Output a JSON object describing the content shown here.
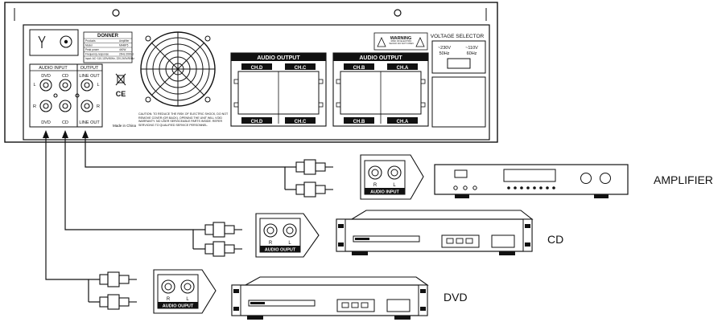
{
  "rear_panel": {
    "brand": "DONNER",
    "spec_rows": [
      {
        "label": "Products",
        "value": "Amplifier"
      },
      {
        "label": "Model",
        "value": "MAMP5"
      },
      {
        "label": "Peak power",
        "value": "440W"
      },
      {
        "label": "Frequency response",
        "value": "20Hz-20KHz"
      },
      {
        "label": "Input: AC~110-120V/60Hz, 220-240V/50Hz",
        "value": ""
      }
    ],
    "audio_input_label": "AUDIO INPUT",
    "output_label": "OUTPUT",
    "dvd_label": "DVD",
    "cd_label": "CD",
    "line_out_label": "LINE OUT",
    "left_label": "L",
    "right_label": "R",
    "ce_mark": "CE",
    "made_in": "Made in China",
    "caution_text": "CAUTION: TO REDUCE THE RISK OF ELECTRIC SHOCK, DO NOT REMOVE COVER (OR BACK). OPENING THE UNIT WILL VOID WARRANTY. NO USER SERVICEABLE PARTS INSIDE. REFER SERVICING TO QUALIFIED SERVICE PERSONNEL.",
    "audio_output_label": "AUDIO OUTPUT",
    "channels": {
      "ch_a": "CH.A",
      "ch_b": "CH.B",
      "ch_c": "CH.C",
      "ch_d": "CH.D"
    },
    "warning_label": "WARNING",
    "warning_text": "RISK OF ELECTRIC SHOCK DO NOT OPEN",
    "voltage_selector_label": "VOLTAGE SELECTOR",
    "voltage_230": "~230V",
    "freq_50": "50Hz",
    "voltage_110": "~110V",
    "freq_60": "60Hz"
  },
  "devices": {
    "amplifier": {
      "name": "AMPLIFIER",
      "panel_label": "AUDIO INPUT",
      "r": "R",
      "l": "L"
    },
    "cd": {
      "name": "CD",
      "panel_label": "AUDIO OUPUT",
      "r": "R",
      "l": "L"
    },
    "dvd": {
      "name": "DVD",
      "panel_label": "AUDIO OUPUT",
      "r": "R",
      "l": "L"
    }
  }
}
